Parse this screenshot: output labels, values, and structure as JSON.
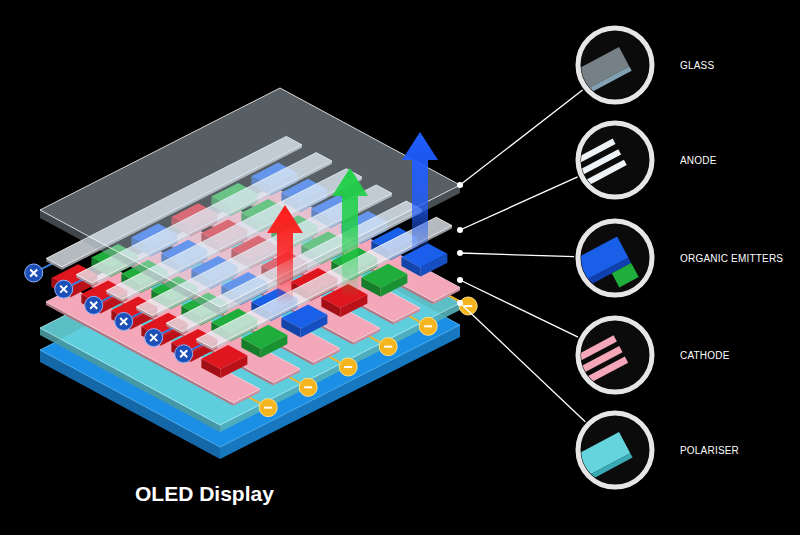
{
  "diagram": {
    "title": "OLED Display",
    "labels": [
      "GLASS",
      "ANODE",
      "ORGANIC EMITTERS",
      "CATHODE",
      "POLARISER"
    ]
  }
}
